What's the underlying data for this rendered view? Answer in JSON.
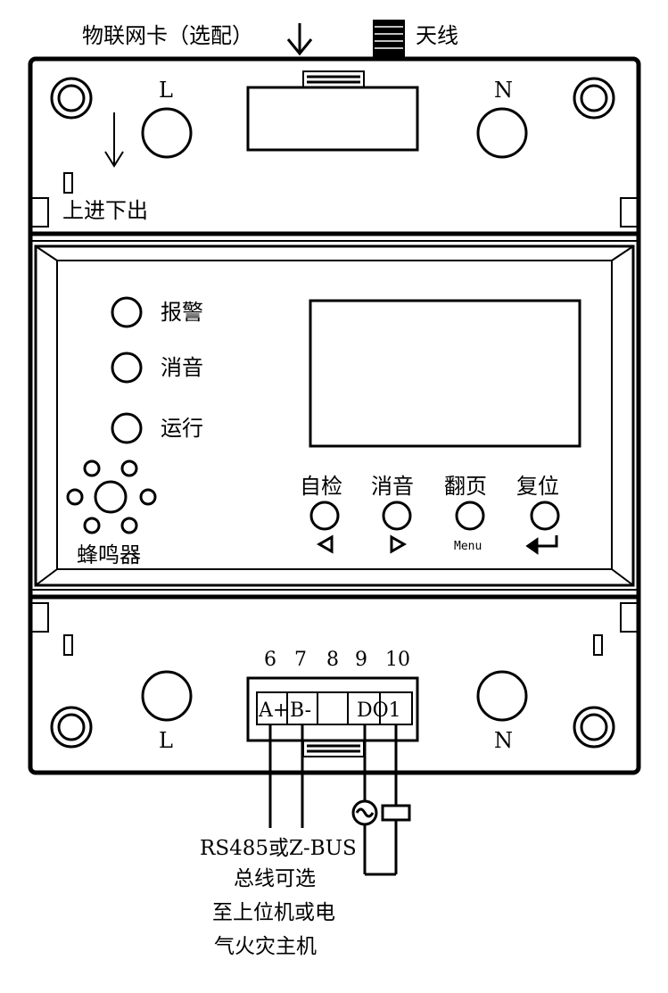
{
  "top": {
    "iot_card_label": "物联网卡（选配）",
    "antenna_label": "天线",
    "wiring_direction_label": "上进下出",
    "terminal_left": "L",
    "terminal_right": "N"
  },
  "panel": {
    "indicators": [
      "报警",
      "消音",
      "运行"
    ],
    "buzzer_label": "蜂鸣器",
    "buttons": [
      {
        "label": "自检",
        "icon": "triangle-left-icon",
        "sub": ""
      },
      {
        "label": "消音",
        "icon": "triangle-right-icon",
        "sub": ""
      },
      {
        "label": "翻页",
        "icon": "",
        "sub": "Menu"
      },
      {
        "label": "复位",
        "icon": "enter-arrow-icon",
        "sub": ""
      }
    ]
  },
  "bottom": {
    "terminal_numbers": [
      "6",
      "7",
      "8",
      "9",
      "10"
    ],
    "terminal_cells": [
      "A+",
      "B-",
      "",
      "DO1"
    ],
    "terminal_left": "L",
    "terminal_right": "N"
  },
  "caption": {
    "lines": [
      "RS485或Z-BUS",
      "总线可选",
      "至上位机或电",
      "气火灾主机"
    ]
  }
}
